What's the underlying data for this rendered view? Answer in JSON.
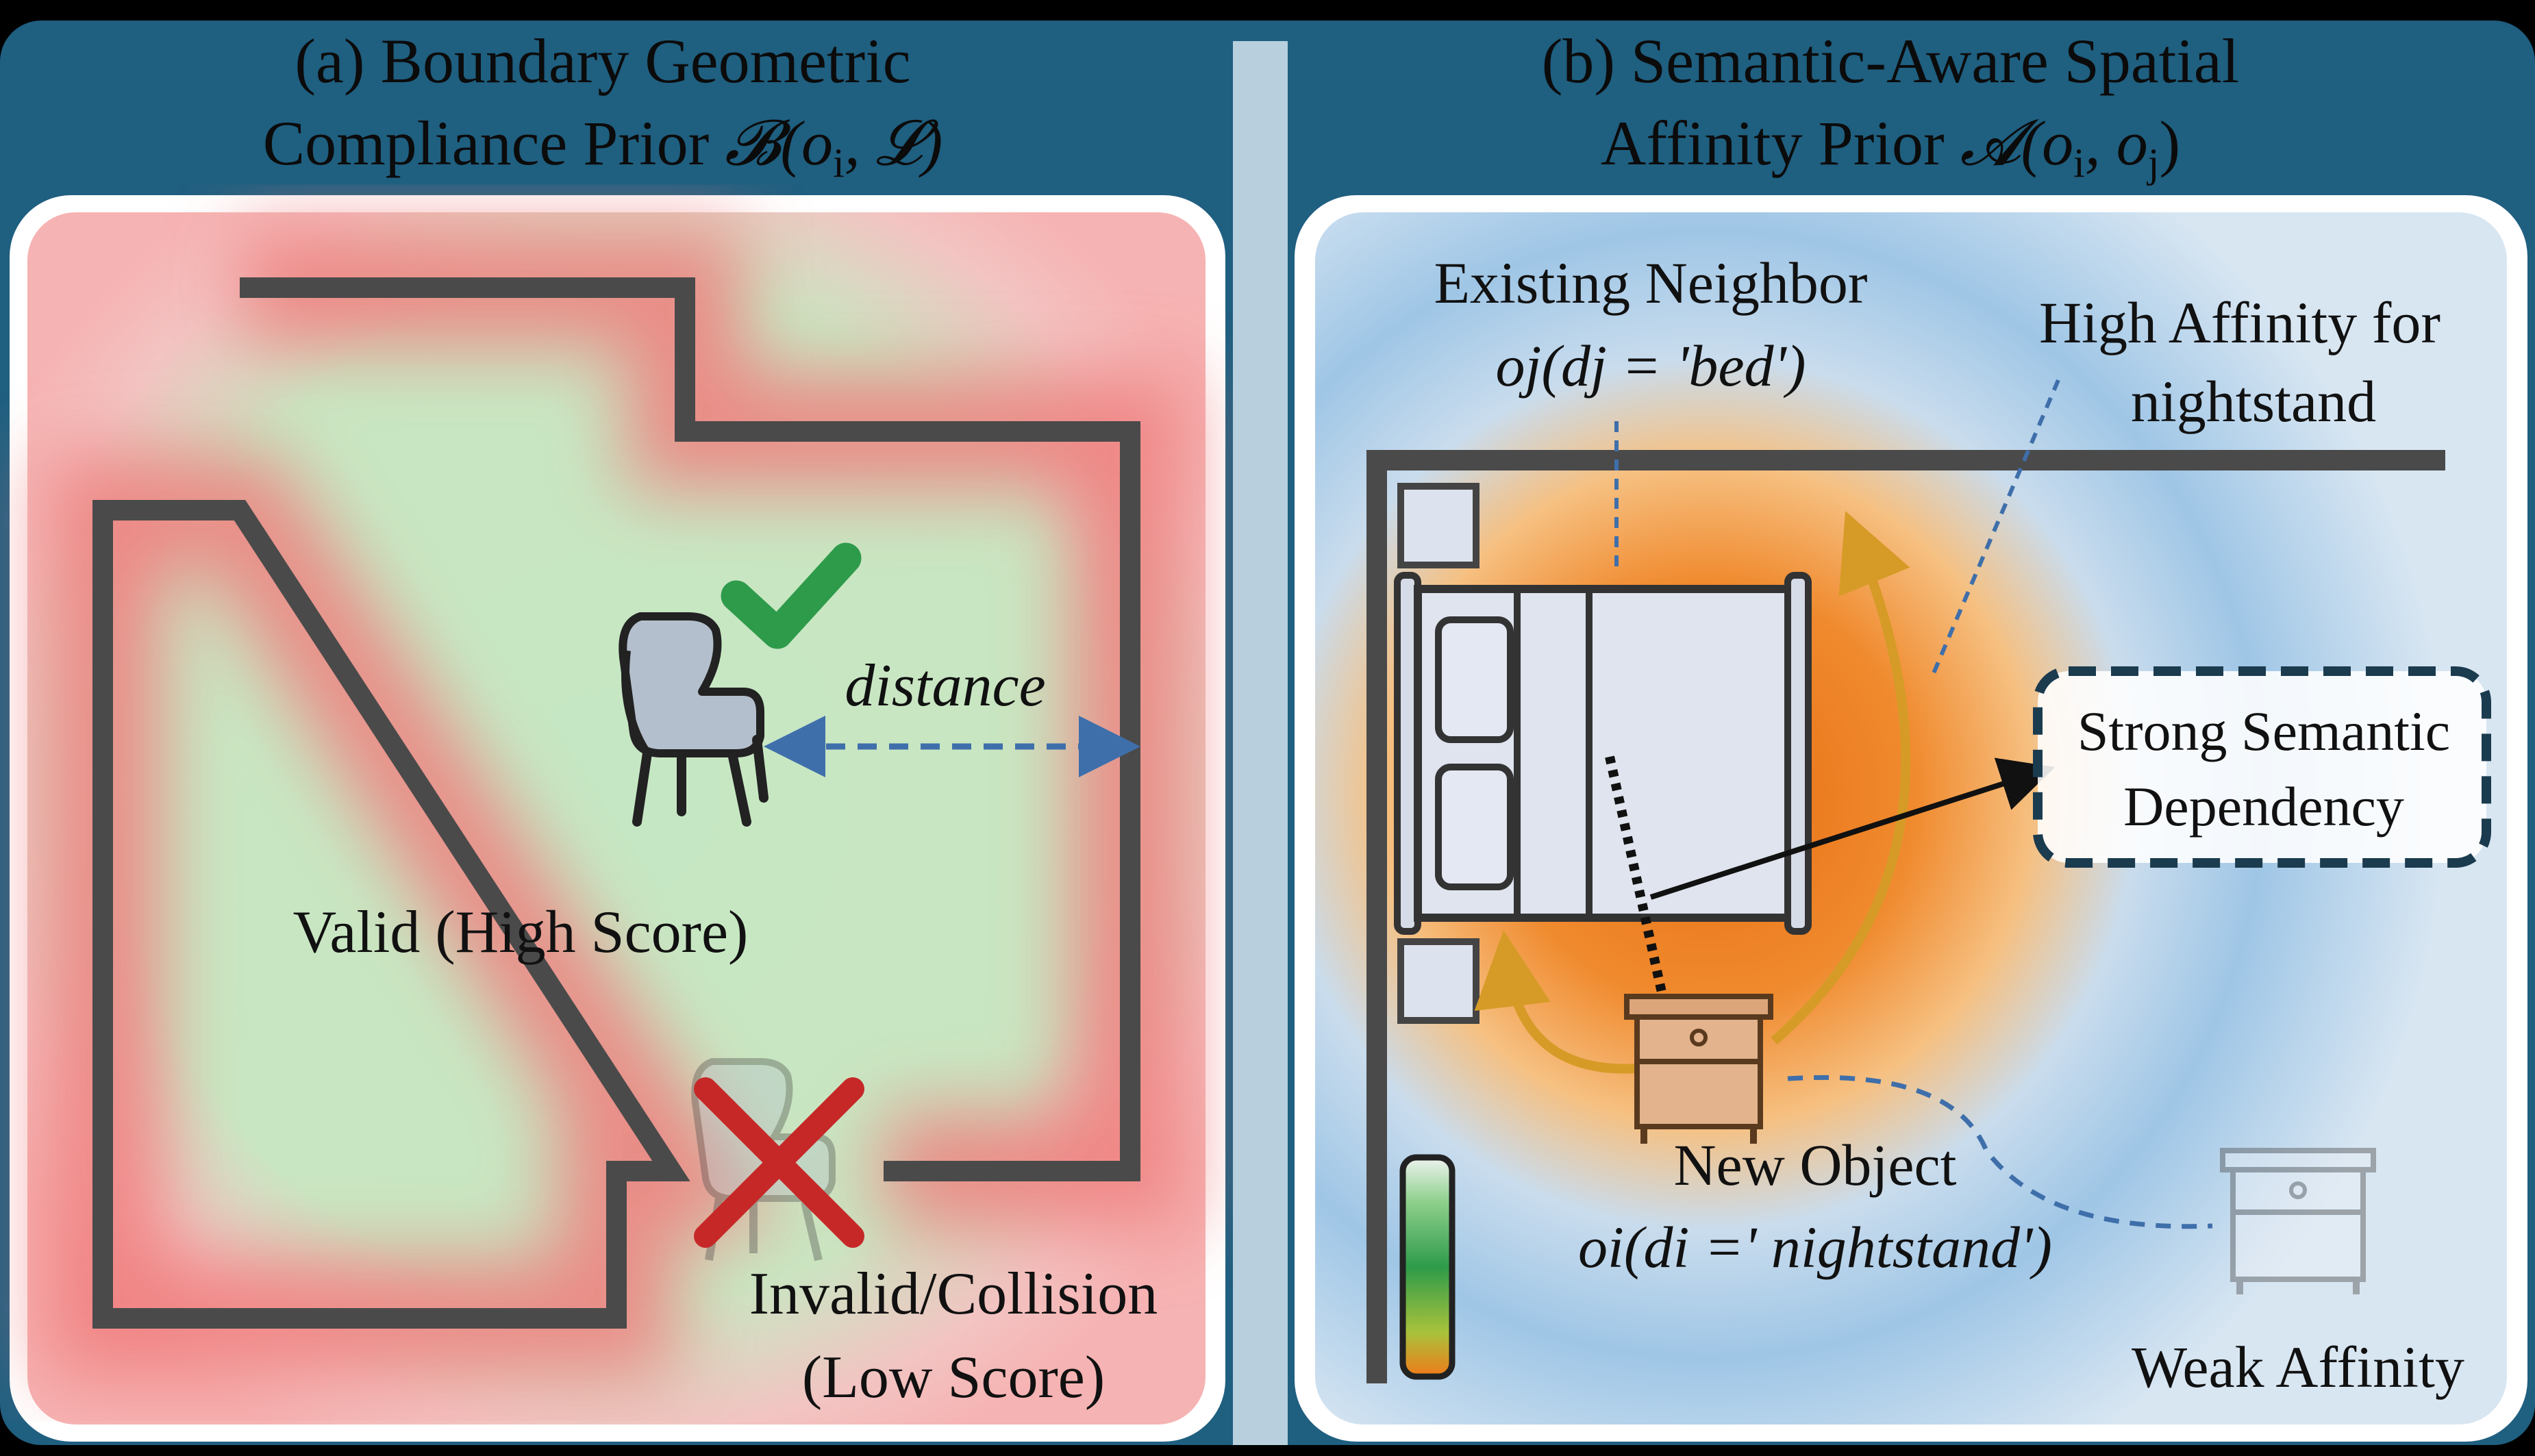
{
  "panel_a": {
    "title_line1": "(a) Boundary Geometric",
    "title_line2_text": "Compliance Prior ",
    "title_line2_math": "𝓑(o",
    "title_line2_sub": "i",
    "title_line2_end": ", 𝓛)",
    "distance_label": "distance",
    "valid_label": "Valid (High Score)",
    "invalid_line1": "Invalid/Collision",
    "invalid_line2": "(Low Score)"
  },
  "panel_b": {
    "title_line1": "(b) Semantic-Aware Spatial",
    "title_line2_text": "Affinity Prior ",
    "title_line2_math": "𝓐(o",
    "title_line2_sub1": "i",
    "title_line2_mid": ", o",
    "title_line2_sub2": "j",
    "title_line2_end": ")",
    "neighbor_line1": "Existing Neighbor",
    "neighbor_line2": "oj(dj = 'bed')",
    "high_affinity_line1": "High Affinity for",
    "high_affinity_line2": "nightstand",
    "strong_line1": "Strong Semantic",
    "strong_line2": "Dependency",
    "new_object_line1": "New Object",
    "new_object_line2": "oi(di =' nightstand')",
    "weak_label": "Weak Affinity"
  },
  "colors": {
    "header_blue": "#1f5f80",
    "wall": "#4a4a4a",
    "valid_green": "#c3e6c1",
    "invalid_red": "#f4a6a6",
    "affinity_orange": "#f08a2a",
    "weak_blue": "#8fbce0",
    "check_green": "#2e9b4a",
    "cross_red": "#c62828",
    "arrow_gold": "#d69b27"
  }
}
